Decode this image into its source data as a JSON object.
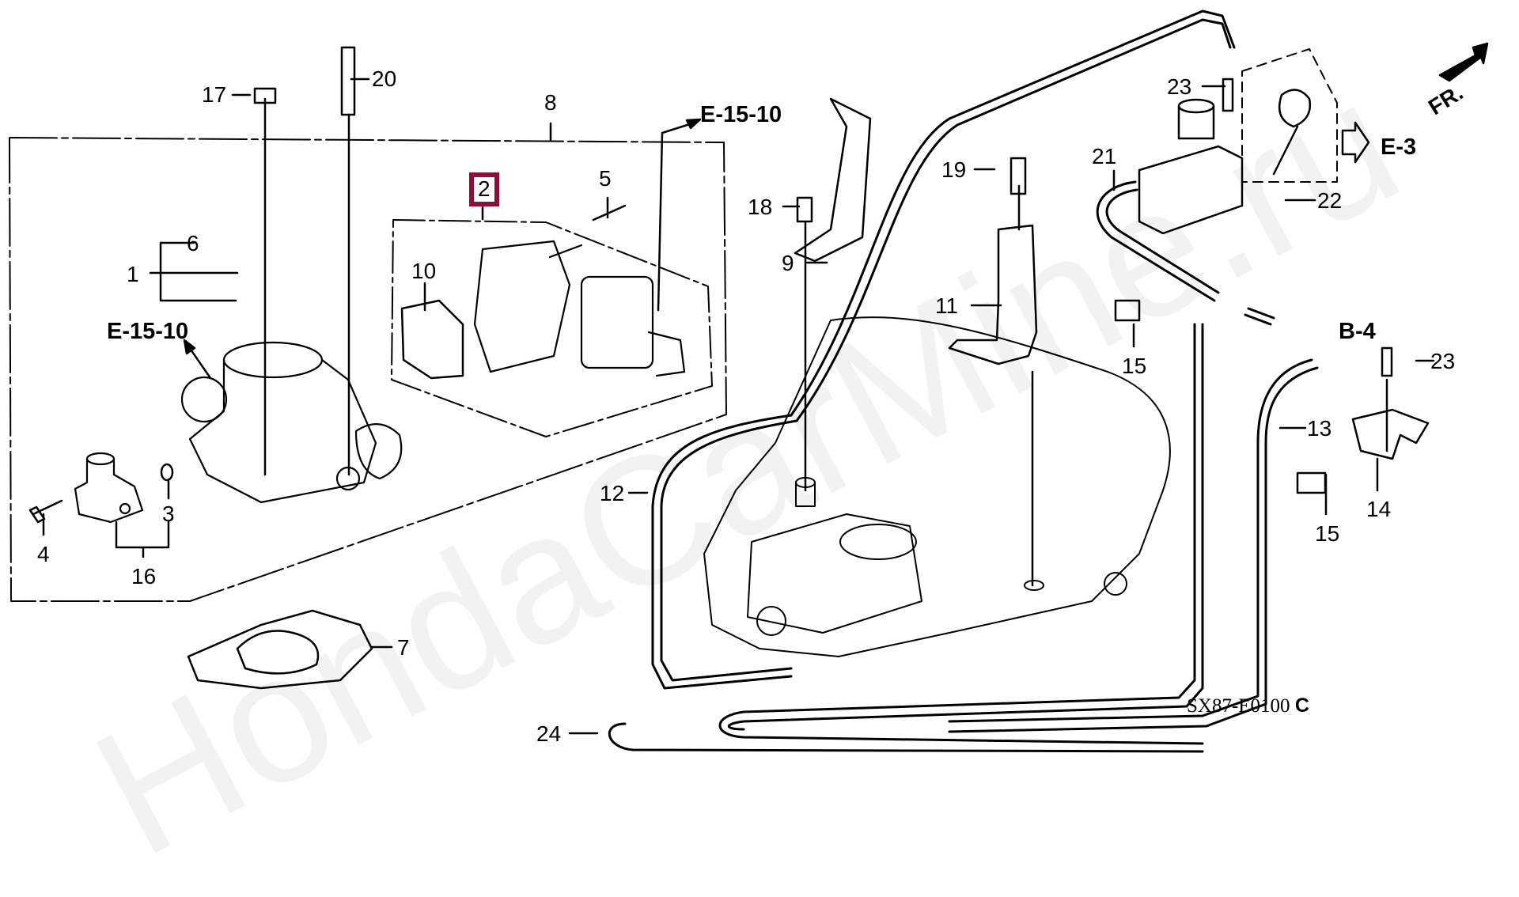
{
  "watermark": "HondaCarMine.ru",
  "diagram_code": {
    "text": "SX87-E0100",
    "suffix": "C"
  },
  "orientation": {
    "label": "FR.",
    "icon": "front-direction-arrow-icon"
  },
  "references": [
    {
      "id": "ref-e15-10-top",
      "text": "E-15-10"
    },
    {
      "id": "ref-e15-10-left",
      "text": "E-15-10"
    },
    {
      "id": "ref-e3",
      "text": "E-3"
    },
    {
      "id": "ref-b4",
      "text": "B-4"
    }
  ],
  "highlighted_part": {
    "number": "2",
    "color": "#8b0f3c"
  },
  "callouts": {
    "p1": "1",
    "p3": "3",
    "p4": "4",
    "p5": "5",
    "p6": "6",
    "p7": "7",
    "p8": "8",
    "p9": "9",
    "p10": "10",
    "p11": "11",
    "p12": "12",
    "p13": "13",
    "p14": "14",
    "p15a": "15",
    "p15b": "15",
    "p16": "16",
    "p17": "17",
    "p18": "18",
    "p19": "19",
    "p20": "20",
    "p21": "21",
    "p22": "22",
    "p23a": "23",
    "p23b": "23",
    "p24": "24"
  }
}
